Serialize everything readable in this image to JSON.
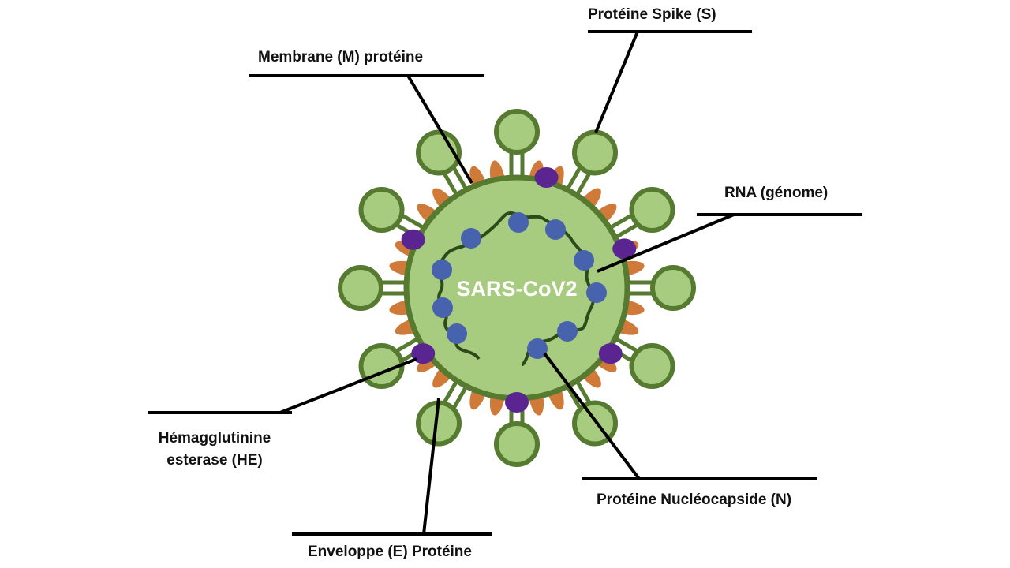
{
  "virus": {
    "name": "SARS-CoV2"
  },
  "labels": {
    "spike": "Protéine Spike (S)",
    "membrane": "Membrane (M)  protéine",
    "rna": "RNA (génome)",
    "he_line1": "Hémagglutinine",
    "he_line2": "esterase (HE)",
    "nucleocapsid": "Protéine Nucléocapside (N)",
    "envelope": "Enveloppe (E)  Protéine"
  },
  "colors": {
    "body_fill": "#a7cb7f",
    "outline": "#557a30",
    "spike_fill": "#a7cb7f",
    "membrane_protein": "#d07a3a",
    "he_protein": "#5a2590",
    "nucleocapsid": "#4763ad",
    "rna_strand": "#2c4a1a",
    "leader_line": "#000000"
  }
}
